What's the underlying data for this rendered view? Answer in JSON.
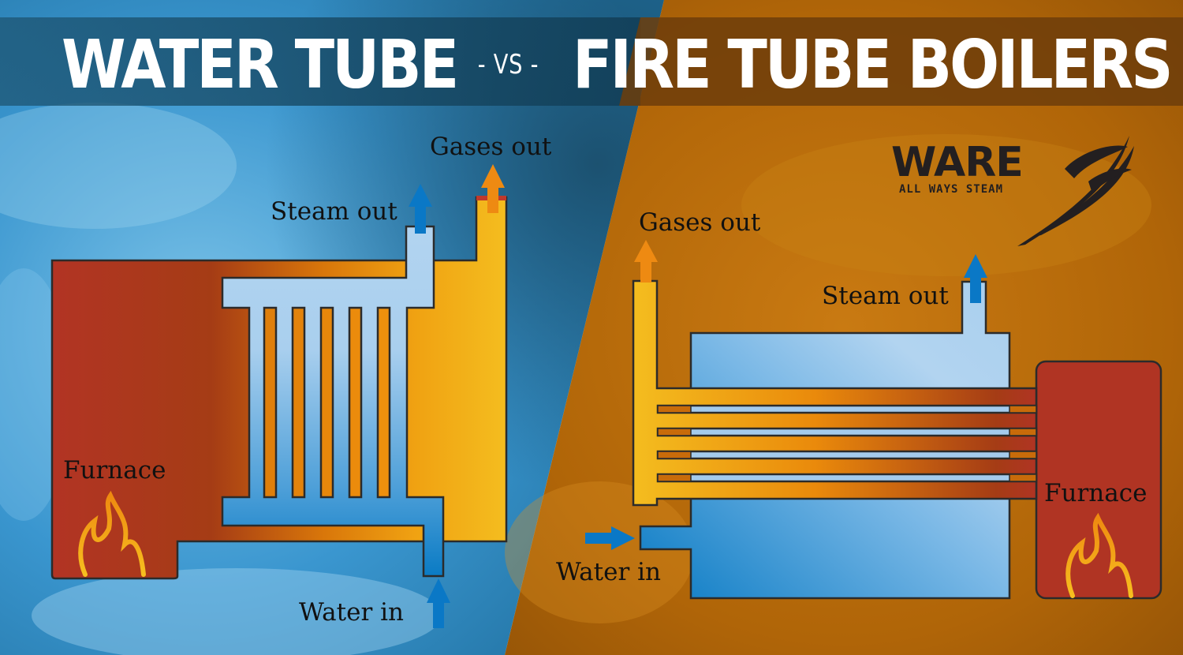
{
  "title": {
    "left": "WATER TUBE",
    "separator": "- VS -",
    "right": "FIRE TUBE BOILERS"
  },
  "brand": {
    "name": "WARE",
    "tagline": "ALL WAYS STEAM"
  },
  "water_tube_diagram": {
    "labels": {
      "gases_out": "Gases out",
      "steam_out": "Steam out",
      "furnace": "Furnace",
      "water_in": "Water in"
    }
  },
  "fire_tube_diagram": {
    "labels": {
      "gases_out": "Gases out",
      "steam_out": "Steam out",
      "furnace": "Furnace",
      "water_in": "Water in"
    }
  },
  "colors": {
    "water_side_bg": "#2a7fb5",
    "fire_side_bg": "#b8690a",
    "furnace_red": "#b03423",
    "gas_orange": "#e8890c",
    "gas_yellow": "#f2ba1c",
    "water_light": "#acd0ee",
    "water_dark": "#0a7bc4",
    "outline": "#2b2b2b"
  }
}
